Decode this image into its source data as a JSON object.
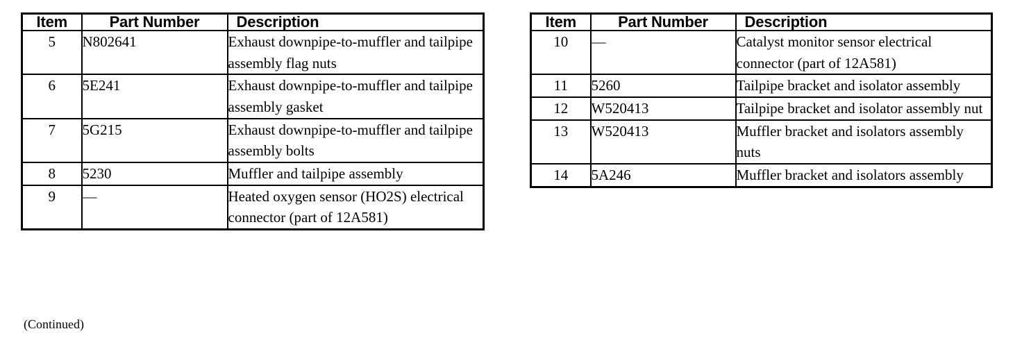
{
  "document": {
    "type": "parts-list-tables",
    "footer_note": "(Continued)",
    "colors": {
      "background": "#ffffff",
      "text": "#000000",
      "border": "#000000"
    }
  },
  "tables": [
    {
      "id": "left",
      "headers": {
        "item": "Item",
        "part_number": "Part Number",
        "description": "Description"
      },
      "rows": [
        {
          "item": "5",
          "part_number": "N802641",
          "description": "Exhaust downpipe-to-muffler and tailpipe assembly flag nuts"
        },
        {
          "item": "6",
          "part_number": "5E241",
          "description": "Exhaust downpipe-to-muffler and tailpipe assembly gasket"
        },
        {
          "item": "7",
          "part_number": "5G215",
          "description": "Exhaust downpipe-to-muffler and tailpipe assembly bolts"
        },
        {
          "item": "8",
          "part_number": "5230",
          "description": "Muffler and tailpipe assembly"
        },
        {
          "item": "9",
          "part_number": "—",
          "description": "Heated oxygen sensor (HO2S) electrical connector (part of 12A581)"
        }
      ]
    },
    {
      "id": "right",
      "headers": {
        "item": "Item",
        "part_number": "Part Number",
        "description": "Description"
      },
      "rows": [
        {
          "item": "10",
          "part_number": "—",
          "description": "Catalyst monitor sensor electrical connector (part of 12A581)"
        },
        {
          "item": "11",
          "part_number": "5260",
          "description": "Tailpipe bracket and isolator assembly"
        },
        {
          "item": "12",
          "part_number": "W520413",
          "description": "Tailpipe bracket and isolator assembly nut"
        },
        {
          "item": "13",
          "part_number": "W520413",
          "description": "Muffler bracket and isolators assembly nuts"
        },
        {
          "item": "14",
          "part_number": "5A246",
          "description": "Muffler bracket and isolators assembly"
        }
      ]
    }
  ]
}
